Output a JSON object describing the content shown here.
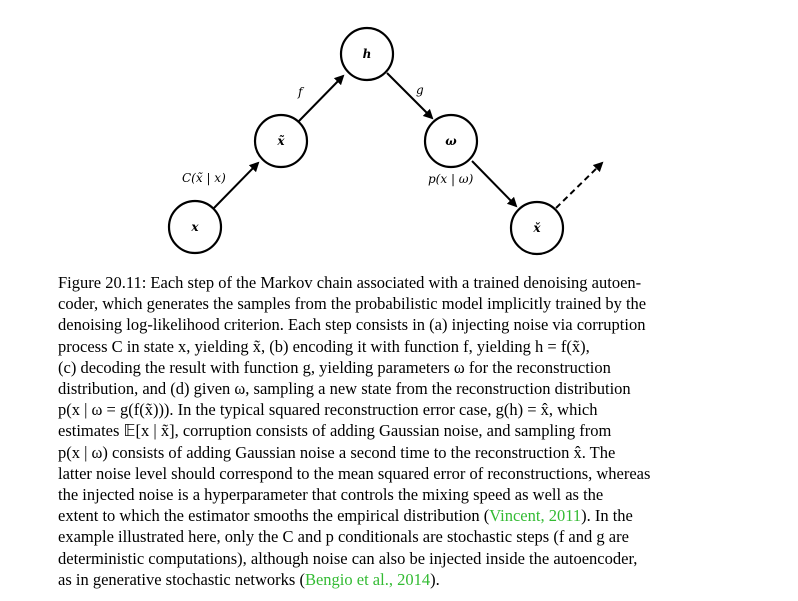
{
  "diagram": {
    "nodes": {
      "x": "x",
      "x_tilde": "x̃",
      "h": "h",
      "omega": "ω",
      "x_check": "x̌"
    },
    "edges": {
      "corruption": "C(x̃ | x)",
      "encode": "f",
      "decode": "g",
      "sample": "p(x | ω)"
    }
  },
  "caption": {
    "lines": [
      "Figure 20.11: Each step of the Markov chain associated with a trained denoising autoen-",
      "coder, which generates the samples from the probabilistic model implicitly trained by the",
      "denoising log-likelihood criterion.  Each step consists in (a) injecting noise via corruption",
      "process C in state x, yielding x̃, (b) encoding it with function f, yielding h = f(x̃),",
      "(c) decoding the result with function g, yielding parameters ω for the reconstruction",
      "distribution, and (d) given ω, sampling a new state from the reconstruction distribution",
      "p(x | ω = g(f(x̃))).  In the typical squared reconstruction error case, g(h) = x̂, which",
      "estimates 𝔼[x | x̃], corruption consists of adding Gaussian noise, and sampling from",
      "p(x | ω) consists of adding Gaussian noise a second time to the reconstruction x̂.  The",
      "latter noise level should correspond to the mean squared error of reconstructions, whereas",
      "the injected noise is a hyperparameter that controls the mixing speed as well as the",
      "extent to which the estimator smooths the empirical distribution ("
    ],
    "cite1": "Vincent, 2011",
    "line12_tail": ").  In the",
    "line13": "example illustrated here, only the C and p conditionals are stochastic steps (f and g are",
    "line14": "deterministic computations), although noise can also be injected inside the autoencoder,",
    "line15_head": "as in generative stochastic networks (",
    "cite2": "Bengio et al., 2014",
    "line15_tail": ")."
  }
}
